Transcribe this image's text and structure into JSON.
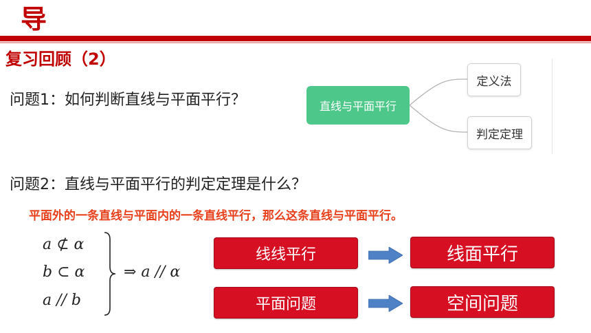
{
  "header": {
    "title": "导"
  },
  "section": {
    "heading": "复习回顾（2）"
  },
  "questions": {
    "q1": "问题1：如何判断直线与平面平行？",
    "q2": "问题2：直线与平面平行的判定定理是什么？"
  },
  "mindmap": {
    "root": "直线与平面平行",
    "branches": [
      "定义法",
      "判定定理"
    ]
  },
  "theorem": "平面外的一条直线与平面内的一条直线平行，那么这条直线与平面平行。",
  "math": {
    "line1": "a ⊄ α",
    "line2": "b ⊂ α",
    "line3": "a // b",
    "conclusion": "⇒  a // α"
  },
  "boxes": {
    "left_top": "线线平行",
    "right_top": "线面平行",
    "left_bottom": "平面问题",
    "right_bottom": "空间问题"
  },
  "colors": {
    "brand_red": "#c00000",
    "theorem_orange": "#e8401c",
    "mindmap_green": "#4ec88a",
    "box_red": "#d60f23",
    "arrow_blue": "#4f81c7"
  }
}
